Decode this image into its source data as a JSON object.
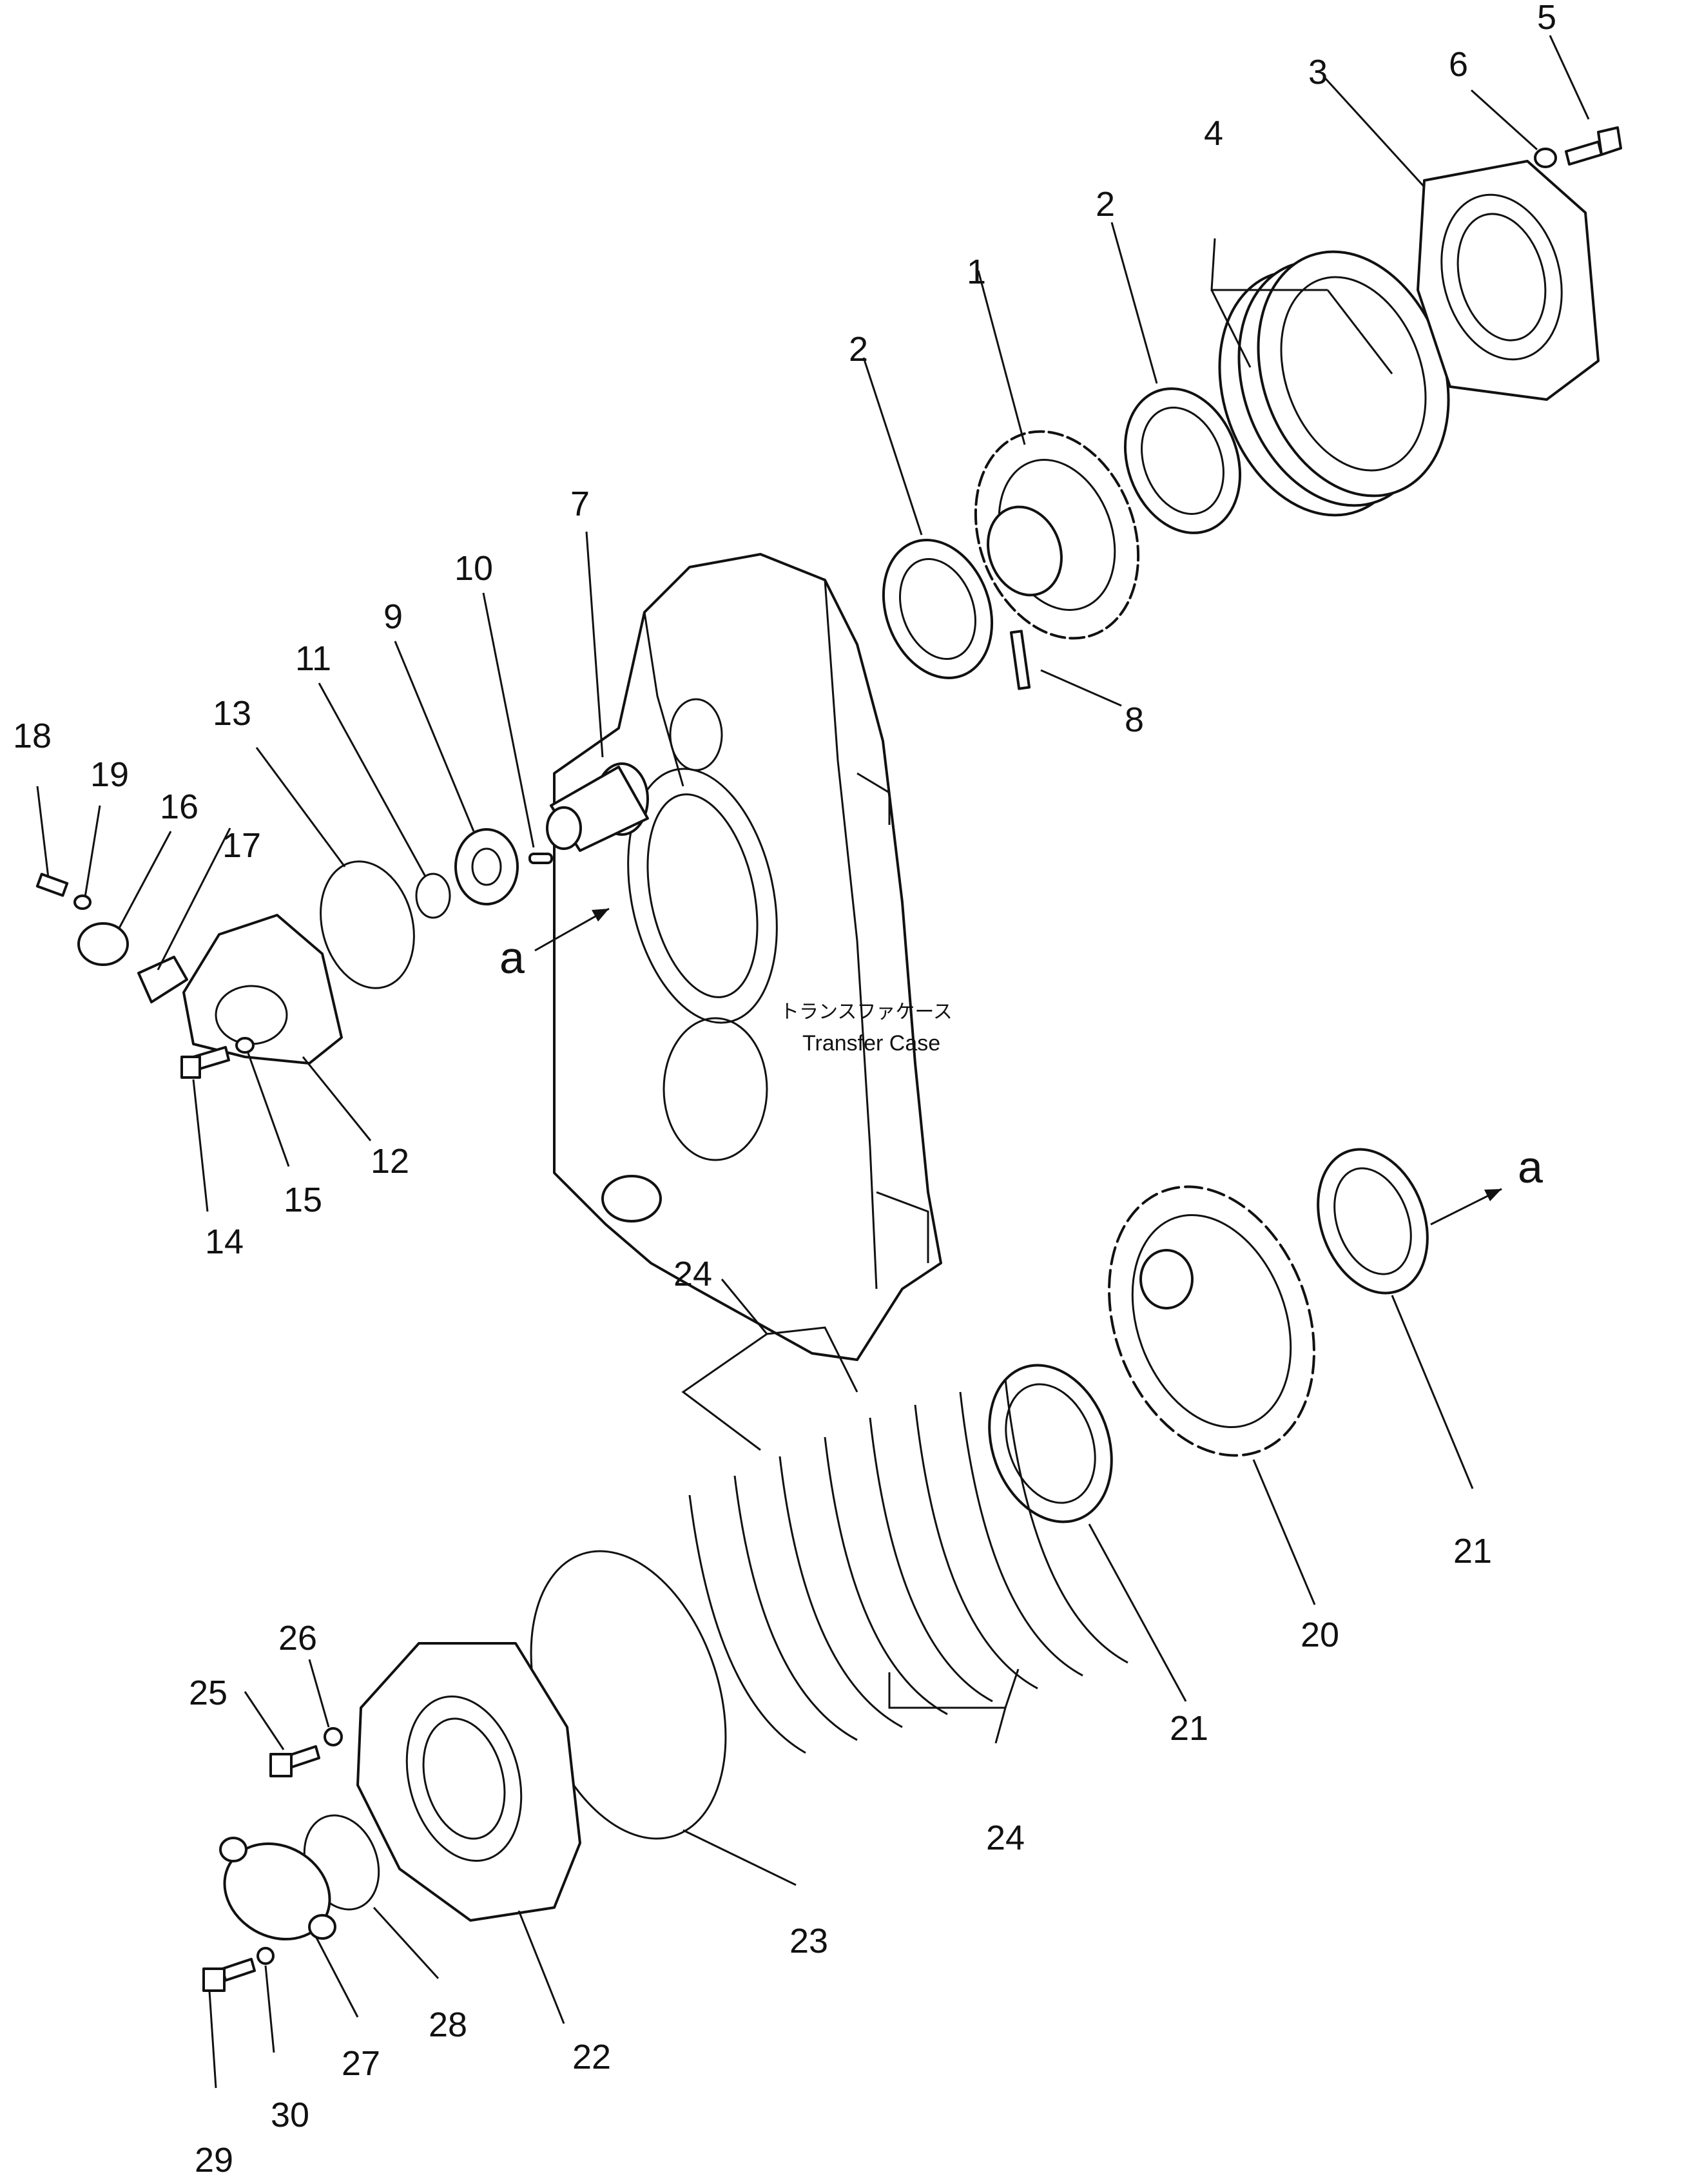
{
  "diagram": {
    "caption_jp": "トランスファケース",
    "caption_en": "Transfer Case",
    "view_marker": "a",
    "part_numbers": [
      "1",
      "2",
      "2",
      "3",
      "4",
      "5",
      "6",
      "7",
      "8",
      "9",
      "10",
      "11",
      "12",
      "13",
      "14",
      "15",
      "16",
      "17",
      "18",
      "19",
      "20",
      "21",
      "21",
      "22",
      "23",
      "24",
      "24",
      "25",
      "26",
      "27",
      "28",
      "29",
      "30"
    ]
  }
}
